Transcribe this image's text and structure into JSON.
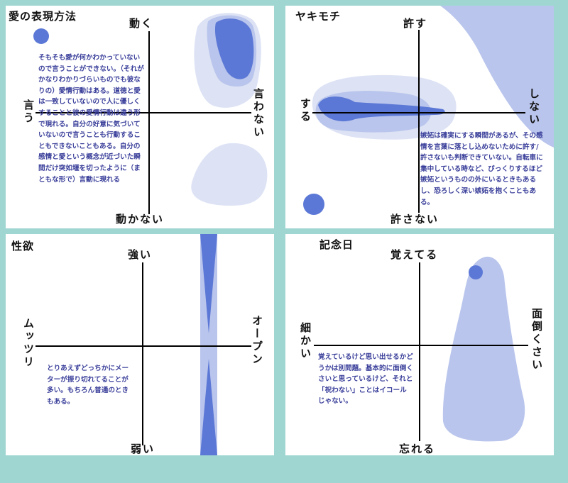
{
  "panels": {
    "love": {
      "title": "愛の表現方法",
      "axis_top": "動く",
      "axis_bottom": "動かない",
      "axis_left": "言う",
      "axis_right": "言わない",
      "note": "そもそも愛が何かわかっていないので言うことができない。（それがかなりわかりづらいものでも彼なりの）愛情行動はある。道徳と愛は一致していないので人に優しくすることと彼の愛情行動は違う形で現れる。自分の好意に気づいていないので言うことも行動することもできないこともある。自分の感情と愛という概念が近づいた瞬間だけ突如堰を切ったように（まともな形で）言動に現れる"
    },
    "jealousy": {
      "title": "ヤキモチ",
      "axis_top": "許す",
      "axis_bottom": "許さない",
      "axis_left": "する",
      "axis_right": "しない",
      "note": "嫉妬は確実にする瞬間があるが、その感情を言葉に落とし込めないために許す/許さないも判断できていない。自転車に集中している時など、びっくりするほど嫉妬というものの外にいるときもあるし、恐ろしく深い嫉妬を抱くこともある。"
    },
    "libido": {
      "title": "性欲",
      "axis_top": "強い",
      "axis_bottom": "弱い",
      "axis_left": "ムッツリ",
      "axis_right": "オープン",
      "note": "とりあえずどっちかにメーターが振り切れてることが多い。もちろん普通のときもある。"
    },
    "anniversary": {
      "title": "記念日",
      "axis_top": "覚えてる",
      "axis_bottom": "忘れる",
      "axis_left": "細かい",
      "axis_right": "面倒くさい",
      "note": "覚えているけど思い出せるかどうかは別問題。基本的に面倒くさいと思っているけど、それと「祝わない」ことはイコールじゃない。"
    }
  },
  "colors": {
    "background": "#9fd6d2",
    "panel": "#ffffff",
    "blob_light": "#dde3f5",
    "blob_mid": "#b9c5ec",
    "blob_dark": "#5c78d6",
    "note_text": "#3a3f9a"
  }
}
